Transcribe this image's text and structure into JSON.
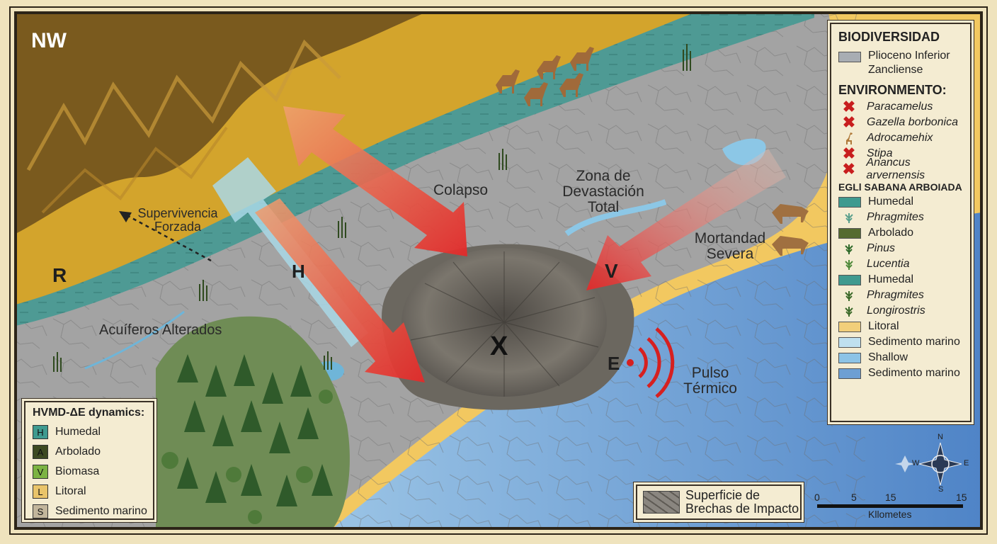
{
  "map": {
    "corner_label": "NW",
    "labels": {
      "colapso": "Colapso",
      "zona": [
        "Zona de",
        "Devastación",
        "Total"
      ],
      "supervivencia": [
        "Supervivencia",
        "Forzada"
      ],
      "mortandad": [
        "Mortandad",
        "Severa"
      ],
      "acuiferos": "Acuíferos Alterados",
      "pulso": [
        "Pulso",
        "Térmico"
      ],
      "letter_r": "R",
      "letter_h": "H",
      "letter_x": "X",
      "letter_v": "V",
      "letter_e": "E"
    }
  },
  "legend_right": {
    "heading1": "BIODIVERSIDAD",
    "period": [
      "Plioceno Inferior",
      "Zancliense"
    ],
    "heading2": "ENVIRONMENTO:",
    "species": [
      {
        "name": "Paracamelus",
        "icon": "red-x-icon"
      },
      {
        "name": "Gazella borbonica",
        "icon": "red-x-icon"
      },
      {
        "name": "Adrocamehix",
        "icon": "giraffe-icon"
      },
      {
        "name": "Stipa",
        "icon": "red-x-icon"
      },
      {
        "name": "Anancus arvernensis",
        "icon": "red-x-icon"
      }
    ],
    "heading3": "EGLl  SABANA ARBOIADA",
    "habitats": [
      {
        "name": "Humedal",
        "italic": false,
        "color": "#3f9a8f"
      },
      {
        "name": "Phragmites",
        "italic": true,
        "color": "#5aa08c"
      },
      {
        "name": "Arbolado",
        "italic": false,
        "color": "#556b2f"
      },
      {
        "name": "Pinus",
        "italic": true,
        "color": "#2f6a2a"
      },
      {
        "name": "Lucentia",
        "italic": true,
        "color": "#4f8a3a"
      },
      {
        "name": "Humedal",
        "italic": false,
        "color": "#3f9a8f"
      },
      {
        "name": "Phragmites",
        "italic": true,
        "color": "#3c6a2a"
      },
      {
        "name": "Longirostris",
        "italic": true,
        "color": "#3c6a2a"
      },
      {
        "name": "Litoral",
        "italic": false,
        "color": "#f2cf7a"
      },
      {
        "name": "Sedimento marino",
        "italic": false,
        "color": "#bfe0ef"
      },
      {
        "name": "Shallow",
        "italic": false,
        "color": "#8cc3e6"
      },
      {
        "name": "Sedimento marino",
        "italic": false,
        "color": "#6d9fd3"
      }
    ]
  },
  "legend_left": {
    "title": "HVMD-ΔE dynamics:",
    "items": [
      {
        "key": "H",
        "label": "Humedal",
        "color": "#3f9a8f"
      },
      {
        "key": "A",
        "label": "Arbolado",
        "color": "#3d4a22"
      },
      {
        "key": "V",
        "label": "Biomasa",
        "color": "#7cb342"
      },
      {
        "key": "L",
        "label": "Litoral",
        "color": "#e9c46a"
      },
      {
        "key": "S",
        "label": "Sedimento marino",
        "color": "#c2b59b"
      }
    ]
  },
  "brechas": [
    "Superficie de",
    "Brechas de Impacto"
  ],
  "scale": {
    "ticks": [
      "0",
      "5",
      "15",
      "15"
    ],
    "unit": "Kllometes"
  },
  "compass": {
    "n": "N",
    "s": "S",
    "e": "E",
    "w": "W"
  },
  "colors": {
    "mountain": "#7a5a1e",
    "savanna": "#d3a42c",
    "wetland": "#4e9a94",
    "plain": "#9b9b9b",
    "crater": "#6e6a63",
    "beach": "#f2c860",
    "sea_shallow": "#a9d6f0",
    "sea_deep": "#5e92cf",
    "arrow_red": "#e23b2f",
    "arrow_blue": "#a9d8e6"
  }
}
